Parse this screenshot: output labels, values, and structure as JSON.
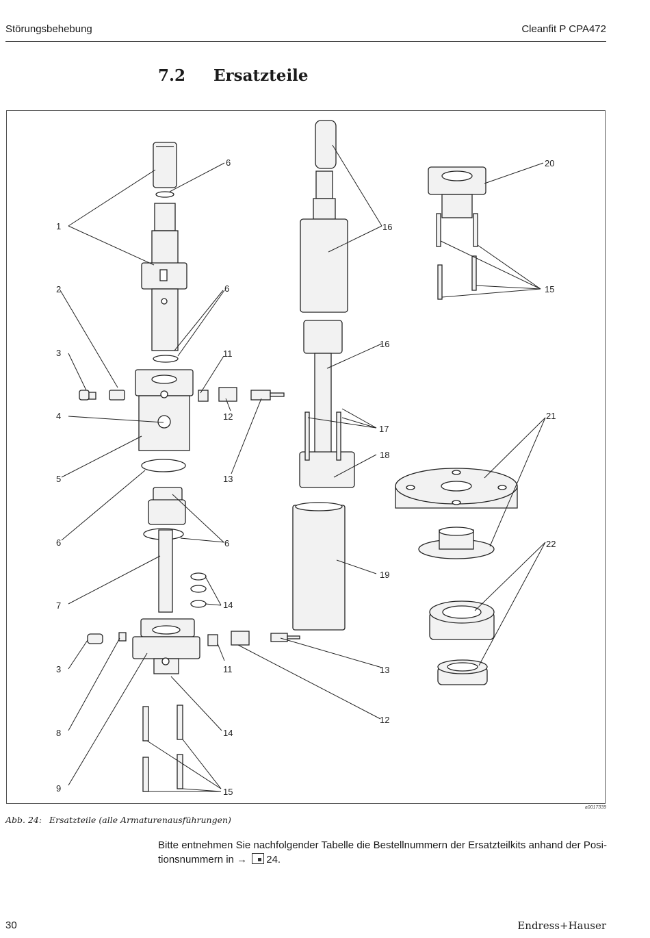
{
  "header": {
    "left": "Störungsbehebung",
    "right": "Cleanfit P CPA472"
  },
  "section": {
    "number": "7.2",
    "title": "Ersatzteile"
  },
  "figure": {
    "id": "a0017339",
    "caption_number": "Abb. 24:",
    "caption_text": "Ersatzteile (alle Armaturenausführungen)",
    "callouts": {
      "c1": "1",
      "c2": "2",
      "c3a": "3",
      "c3b": "3",
      "c4": "4",
      "c5": "5",
      "c6a": "6",
      "c6b": "6",
      "c6c": "6",
      "c6d": "6",
      "c7": "7",
      "c8": "8",
      "c9": "9",
      "c11a": "11",
      "c11b": "11",
      "c12a": "12",
      "c12b": "12",
      "c13a": "13",
      "c13b": "13",
      "c14a": "14",
      "c14b": "14",
      "c15a": "15",
      "c15b": "15",
      "c16a": "16",
      "c16b": "16",
      "c17": "17",
      "c18": "18",
      "c19": "19",
      "c20": "20",
      "c21": "21",
      "c22": "22"
    }
  },
  "body": {
    "text_before": "Bitte entnehmen Sie nachfolgender Tabelle die Bestellnummern der Ersatzteilkits anhand der Posi-tionsnummern in",
    "arrow": "→",
    "ref": "24."
  },
  "footer": {
    "page": "30",
    "brand": "Endress+Hauser"
  }
}
